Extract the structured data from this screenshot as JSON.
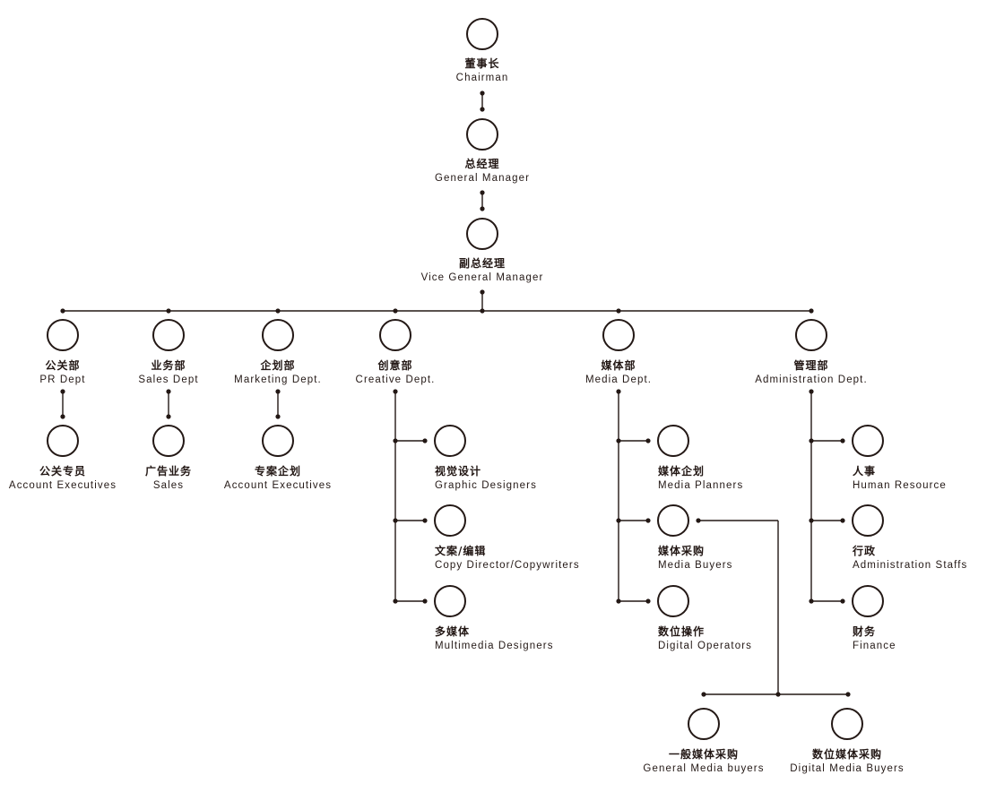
{
  "colors": {
    "line": "#231815"
  },
  "top": [
    {
      "cn": "董事长",
      "en": "Chairman"
    },
    {
      "cn": "总经理",
      "en": "General Manager"
    },
    {
      "cn": "副总经理",
      "en": "Vice General Manager"
    }
  ],
  "departments": [
    {
      "cn": "公关部",
      "en": "PR Dept"
    },
    {
      "cn": "业务部",
      "en": "Sales Dept"
    },
    {
      "cn": "企划部",
      "en": "Marketing Dept."
    },
    {
      "cn": "创意部",
      "en": "Creative Dept."
    },
    {
      "cn": "媒体部",
      "en": "Media Dept."
    },
    {
      "cn": "管理部",
      "en": "Administration Dept."
    }
  ],
  "simple_children": [
    {
      "cn": "公关专员",
      "en": "Account Executives"
    },
    {
      "cn": "广告业务",
      "en": "Sales"
    },
    {
      "cn": "专案企划",
      "en": "Account Executives"
    }
  ],
  "creative": [
    {
      "cn": "视觉设计",
      "en": "Graphic Designers"
    },
    {
      "cn": "文案/编辑",
      "en": "Copy Director/Copywriters"
    },
    {
      "cn": "多媒体",
      "en": "Multimedia Designers"
    }
  ],
  "media": [
    {
      "cn": "媒体企划",
      "en": "Media Planners"
    },
    {
      "cn": "媒体采购",
      "en": "Media Buyers"
    },
    {
      "cn": "数位操作",
      "en": "Digital Operators"
    }
  ],
  "admin": [
    {
      "cn": "人事",
      "en": "Human Resource"
    },
    {
      "cn": "行政",
      "en": "Administration Staffs"
    },
    {
      "cn": "财务",
      "en": "Finance"
    }
  ],
  "buyers": [
    {
      "cn": "一般媒体采购",
      "en": "General Media buyers"
    },
    {
      "cn": "数位媒体采购",
      "en": "Digital Media Buyers"
    }
  ]
}
